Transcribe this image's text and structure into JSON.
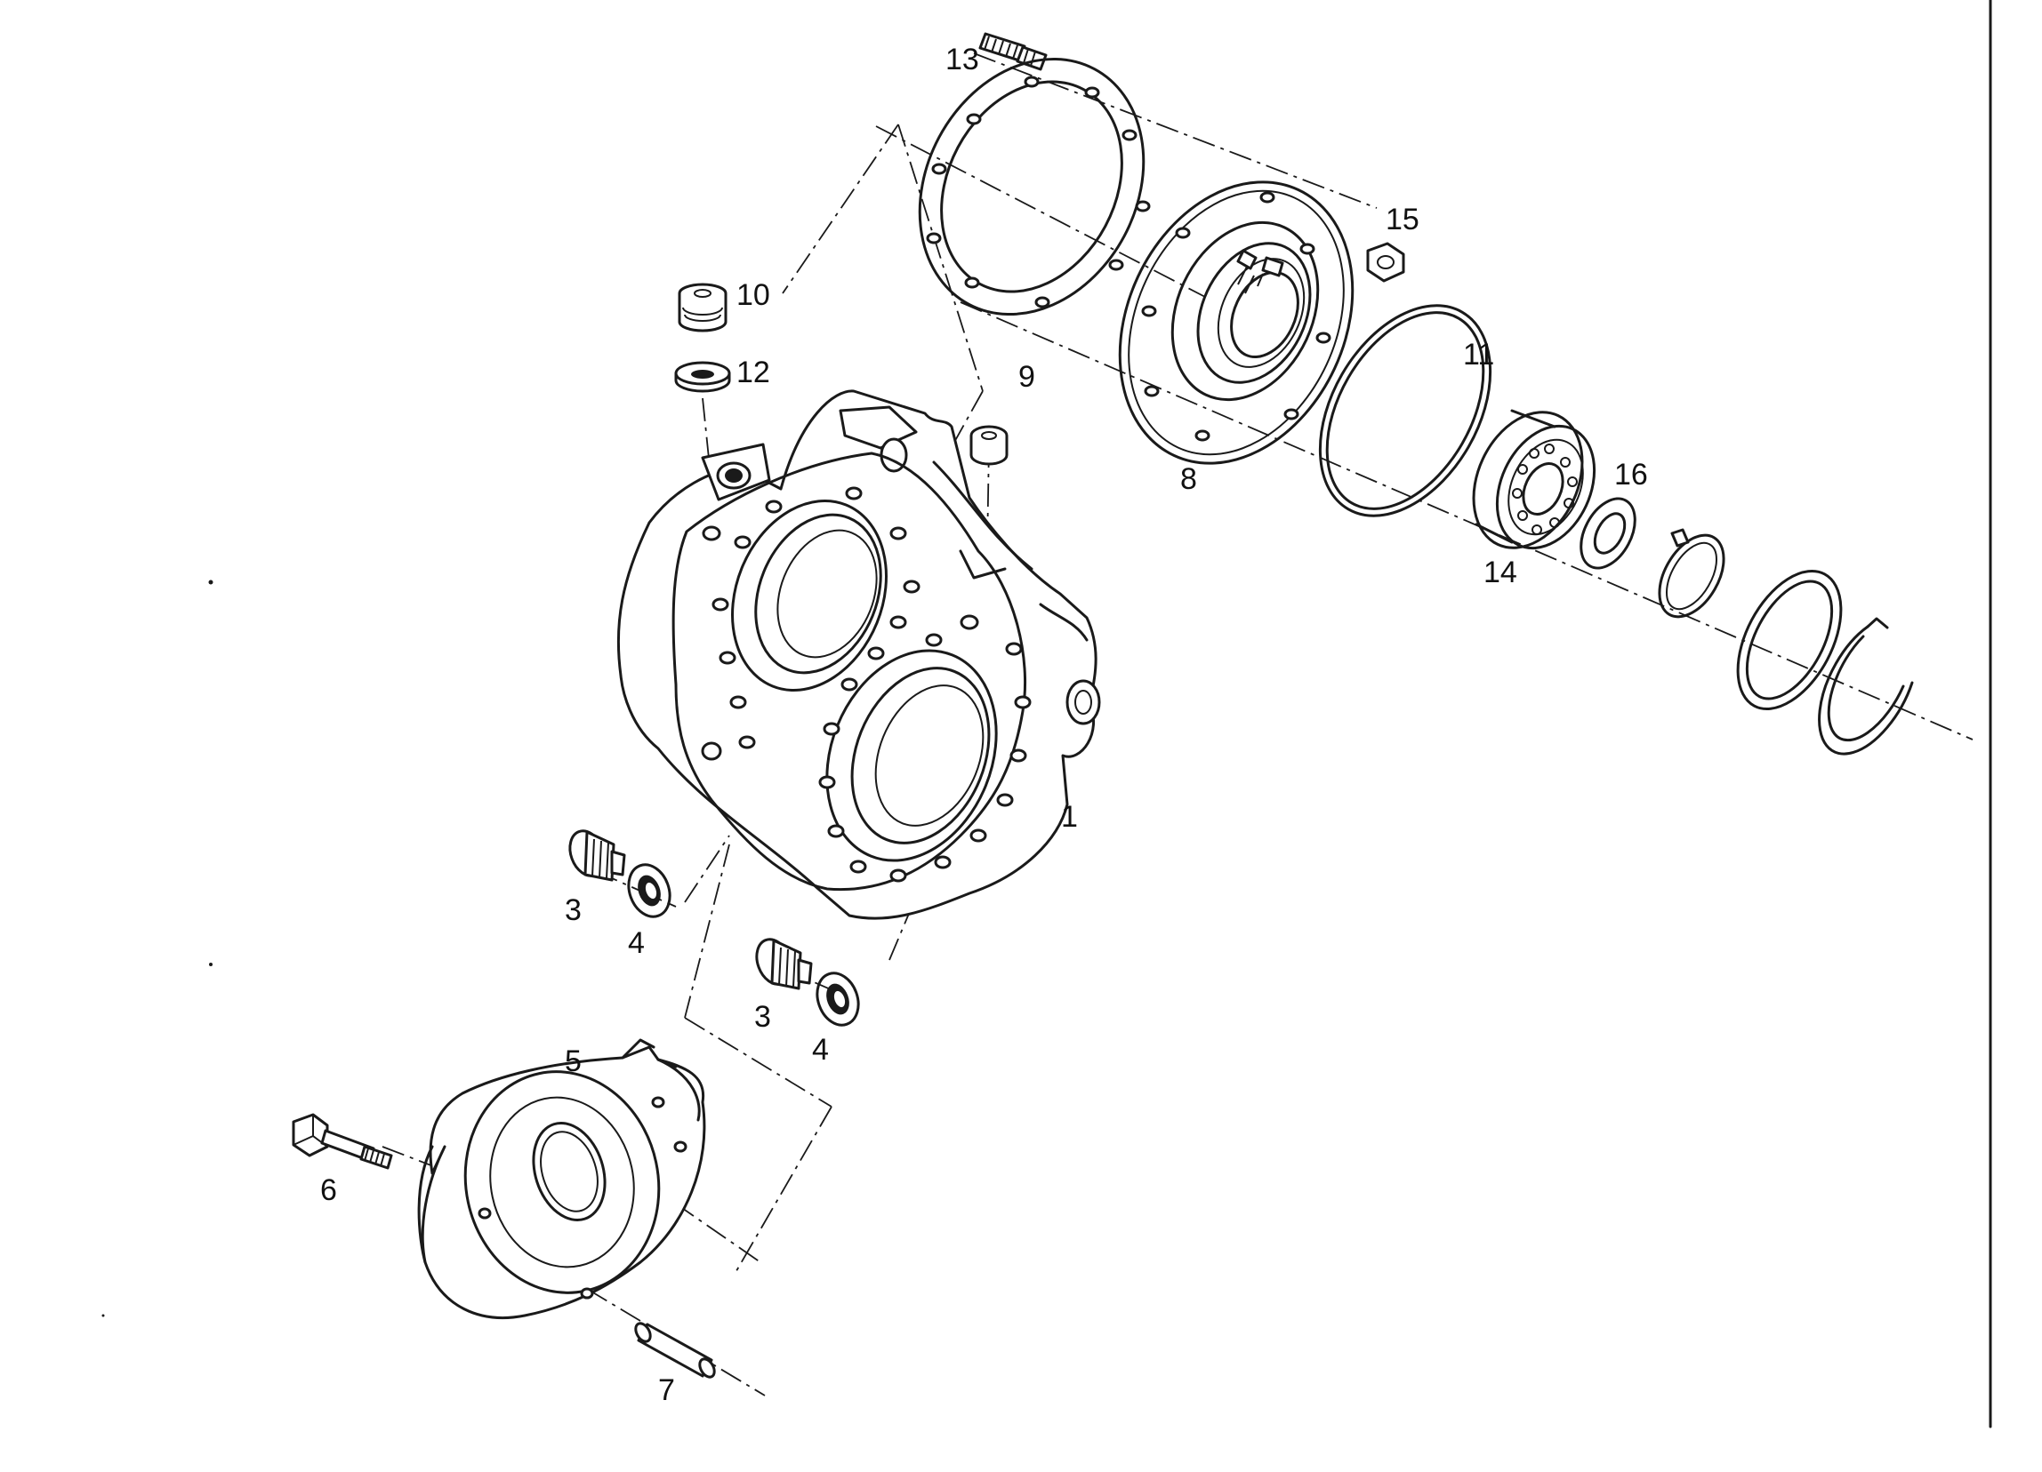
{
  "diagram": {
    "type": "exploded parts drawing",
    "line_color": "#1a1a1a",
    "background": "#ffffff"
  },
  "callouts": {
    "p1": "1",
    "p3a": "3",
    "p3b": "3",
    "p4a": "4",
    "p4b": "4",
    "p5": "5",
    "p6": "6",
    "p7": "7",
    "p8": "8",
    "p9": "9",
    "p10": "10",
    "p11": "11",
    "p12": "12",
    "p13": "13",
    "p14": "14",
    "p15": "15",
    "p16": "16"
  }
}
